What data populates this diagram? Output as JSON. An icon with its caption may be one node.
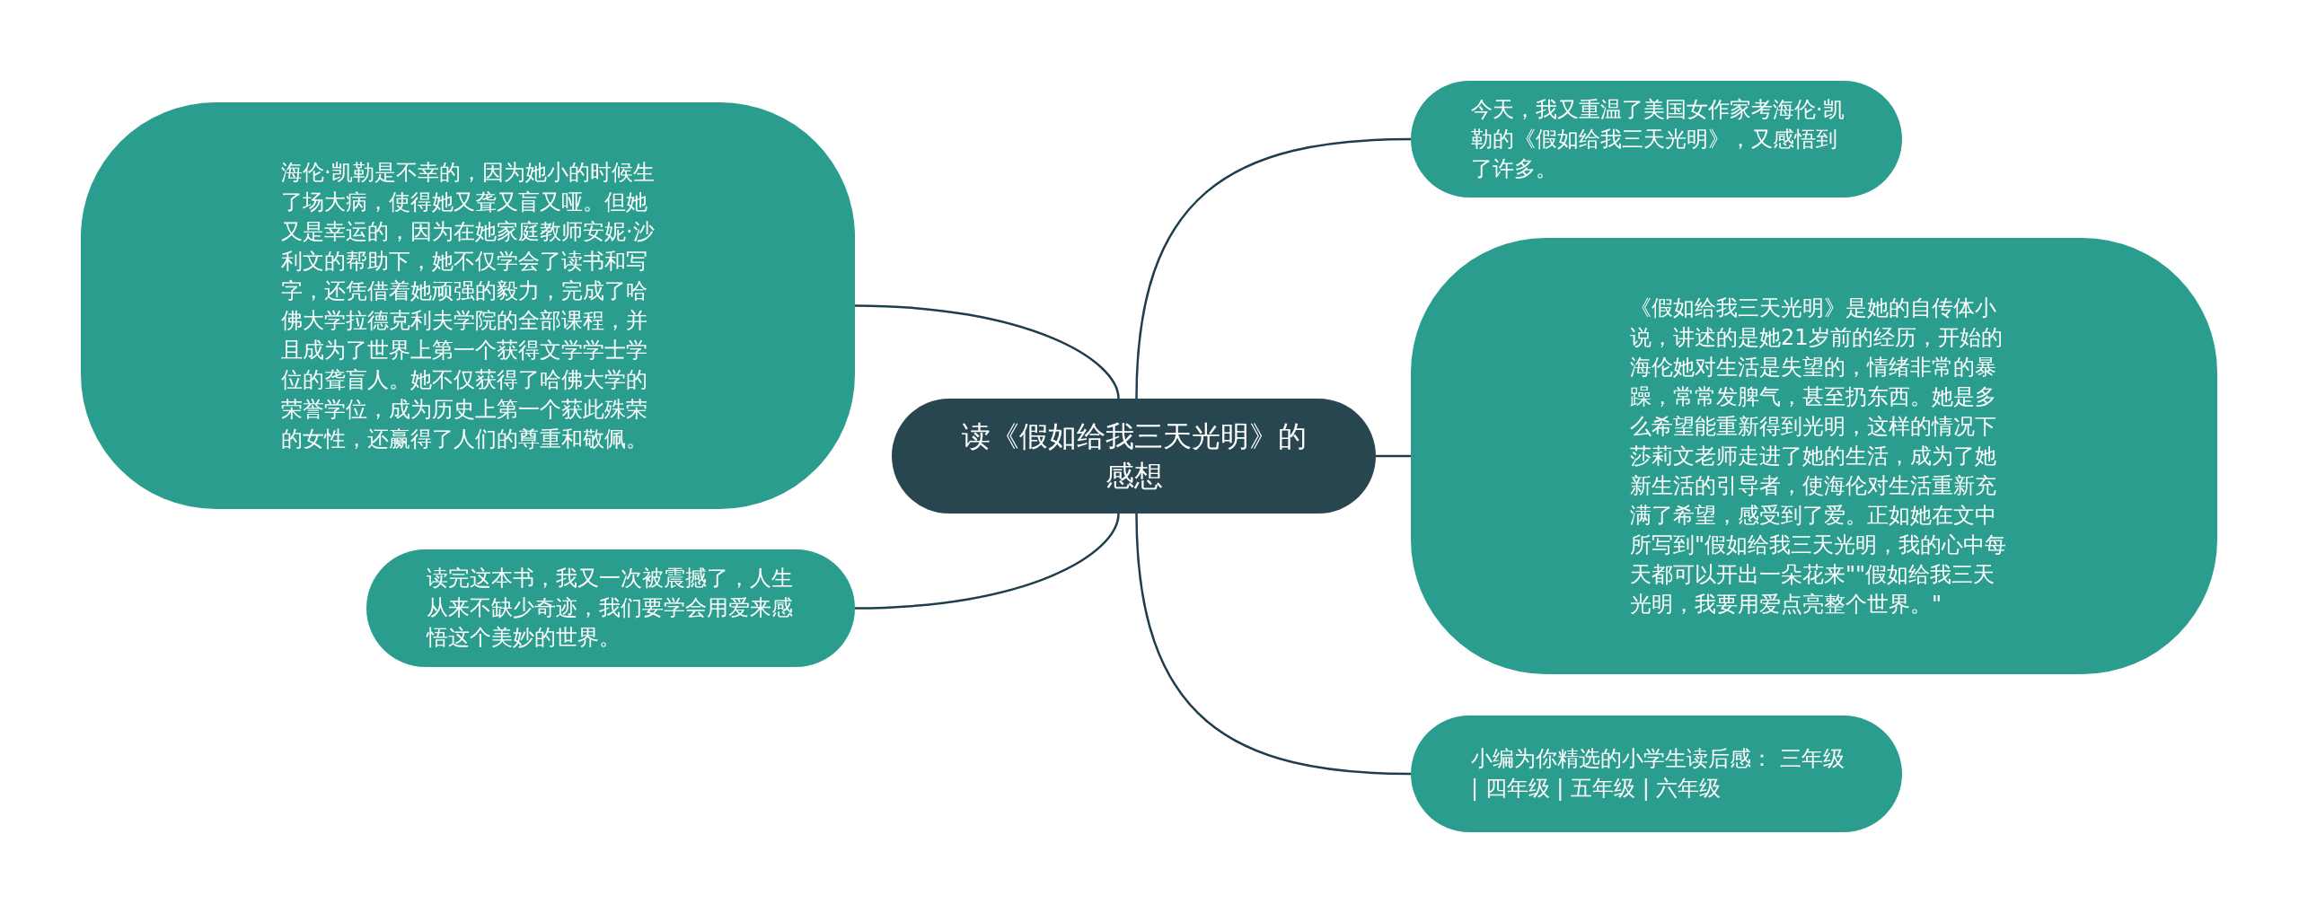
{
  "diagram": {
    "nodes": [
      {
        "text": [
          "读《假如给我三天光明》的感想"
        ]
      },
      {
        "text": [
          "海伦·凯勒是不幸的，因为她小的时候生了场大病，使得她又聋又盲又哑。但她又是幸运的，因为在她家庭教师安妮·沙利文的帮助下，她不仅学会了读书和写字，还凭借着她顽强的毅力，完成了哈佛大学拉德克利夫学院的全部课程，并且成为了世界上第一个获得文学学士学位的聋盲人。她不仅获得了哈佛大学的荣誉学位，成为历史上第一个获此殊荣的女性，还赢得了人们的尊重和敬佩。"
        ]
      },
      {
        "text": [
          "读完这本书，我又一次被震撼了，人生从来不缺少奇迹，我们要学会用爱来感悟这个美妙的世界。"
        ]
      },
      {
        "text": [
          "今天，我又重温了美国女作家考海伦·凯勒的《假如给我三天光明》，又感悟到了许多。"
        ]
      },
      {
        "text": [
          "《假如给我三天光明》是她的自传体小说，讲述的是她21岁前的经历，开始的海伦她对生活是失望的，情绪非常的暴躁，常常发脾气，甚至扔东西。她是多么希望能重新得到光明，这样的情况下莎莉文老师走进了她的生活，成为了她新生活的引导者，使海伦对生活重新充满了希望，感受到了爱。正如她在文中所写到\"假如给我三天光明，我的心中每天都可以开出一朵花来\"\"假如给我三天光明，我要用爱点亮整个世界。\""
        ]
      },
      {
        "text": [
          "小编为你精选的小学生读后感： 三年级 | 四年级 | 五年级 | 六年级"
        ]
      }
    ],
    "edges": [
      {
        "from": 0,
        "to": 1,
        "arrow": "none"
      },
      {
        "from": 0,
        "to": 2,
        "arrow": "none"
      },
      {
        "from": 0,
        "to": 3,
        "arrow": "none"
      },
      {
        "from": 0,
        "to": 4,
        "arrow": "none"
      },
      {
        "from": 0,
        "to": 5,
        "arrow": "none"
      }
    ]
  }
}
